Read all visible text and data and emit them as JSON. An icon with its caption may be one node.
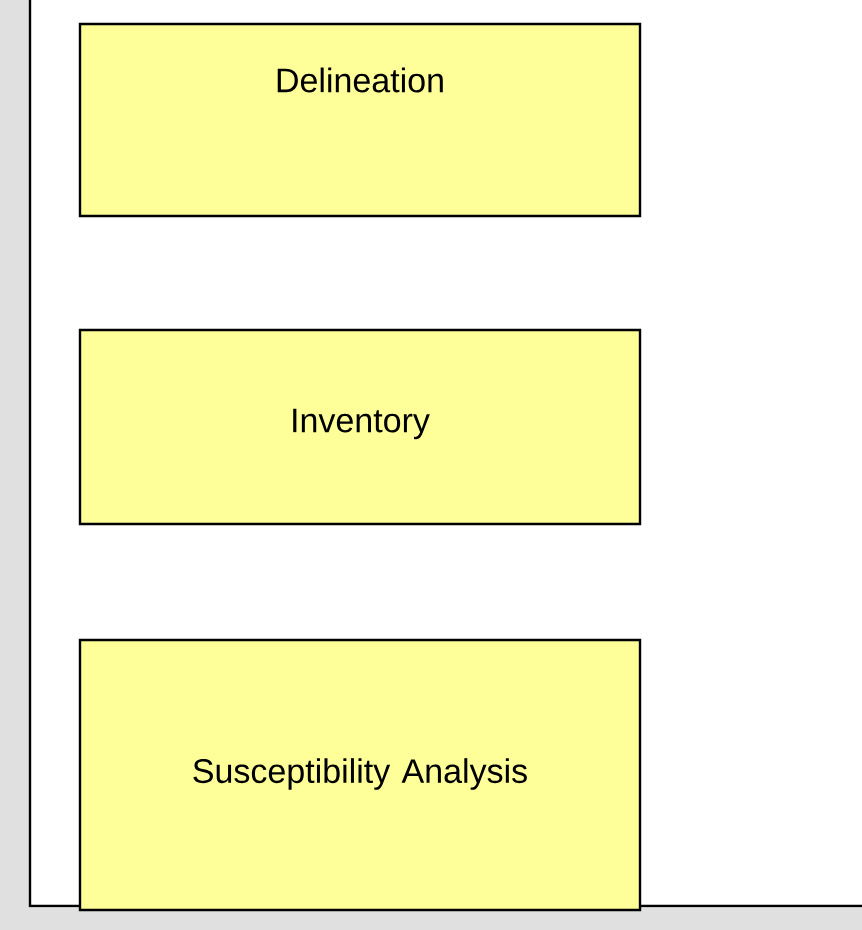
{
  "diagram": {
    "nodes": [
      {
        "text": [
          "Delineation"
        ]
      },
      {
        "text": [
          "Inventory"
        ]
      },
      {
        "text": [
          "Susceptibility Analysis"
        ]
      }
    ]
  }
}
